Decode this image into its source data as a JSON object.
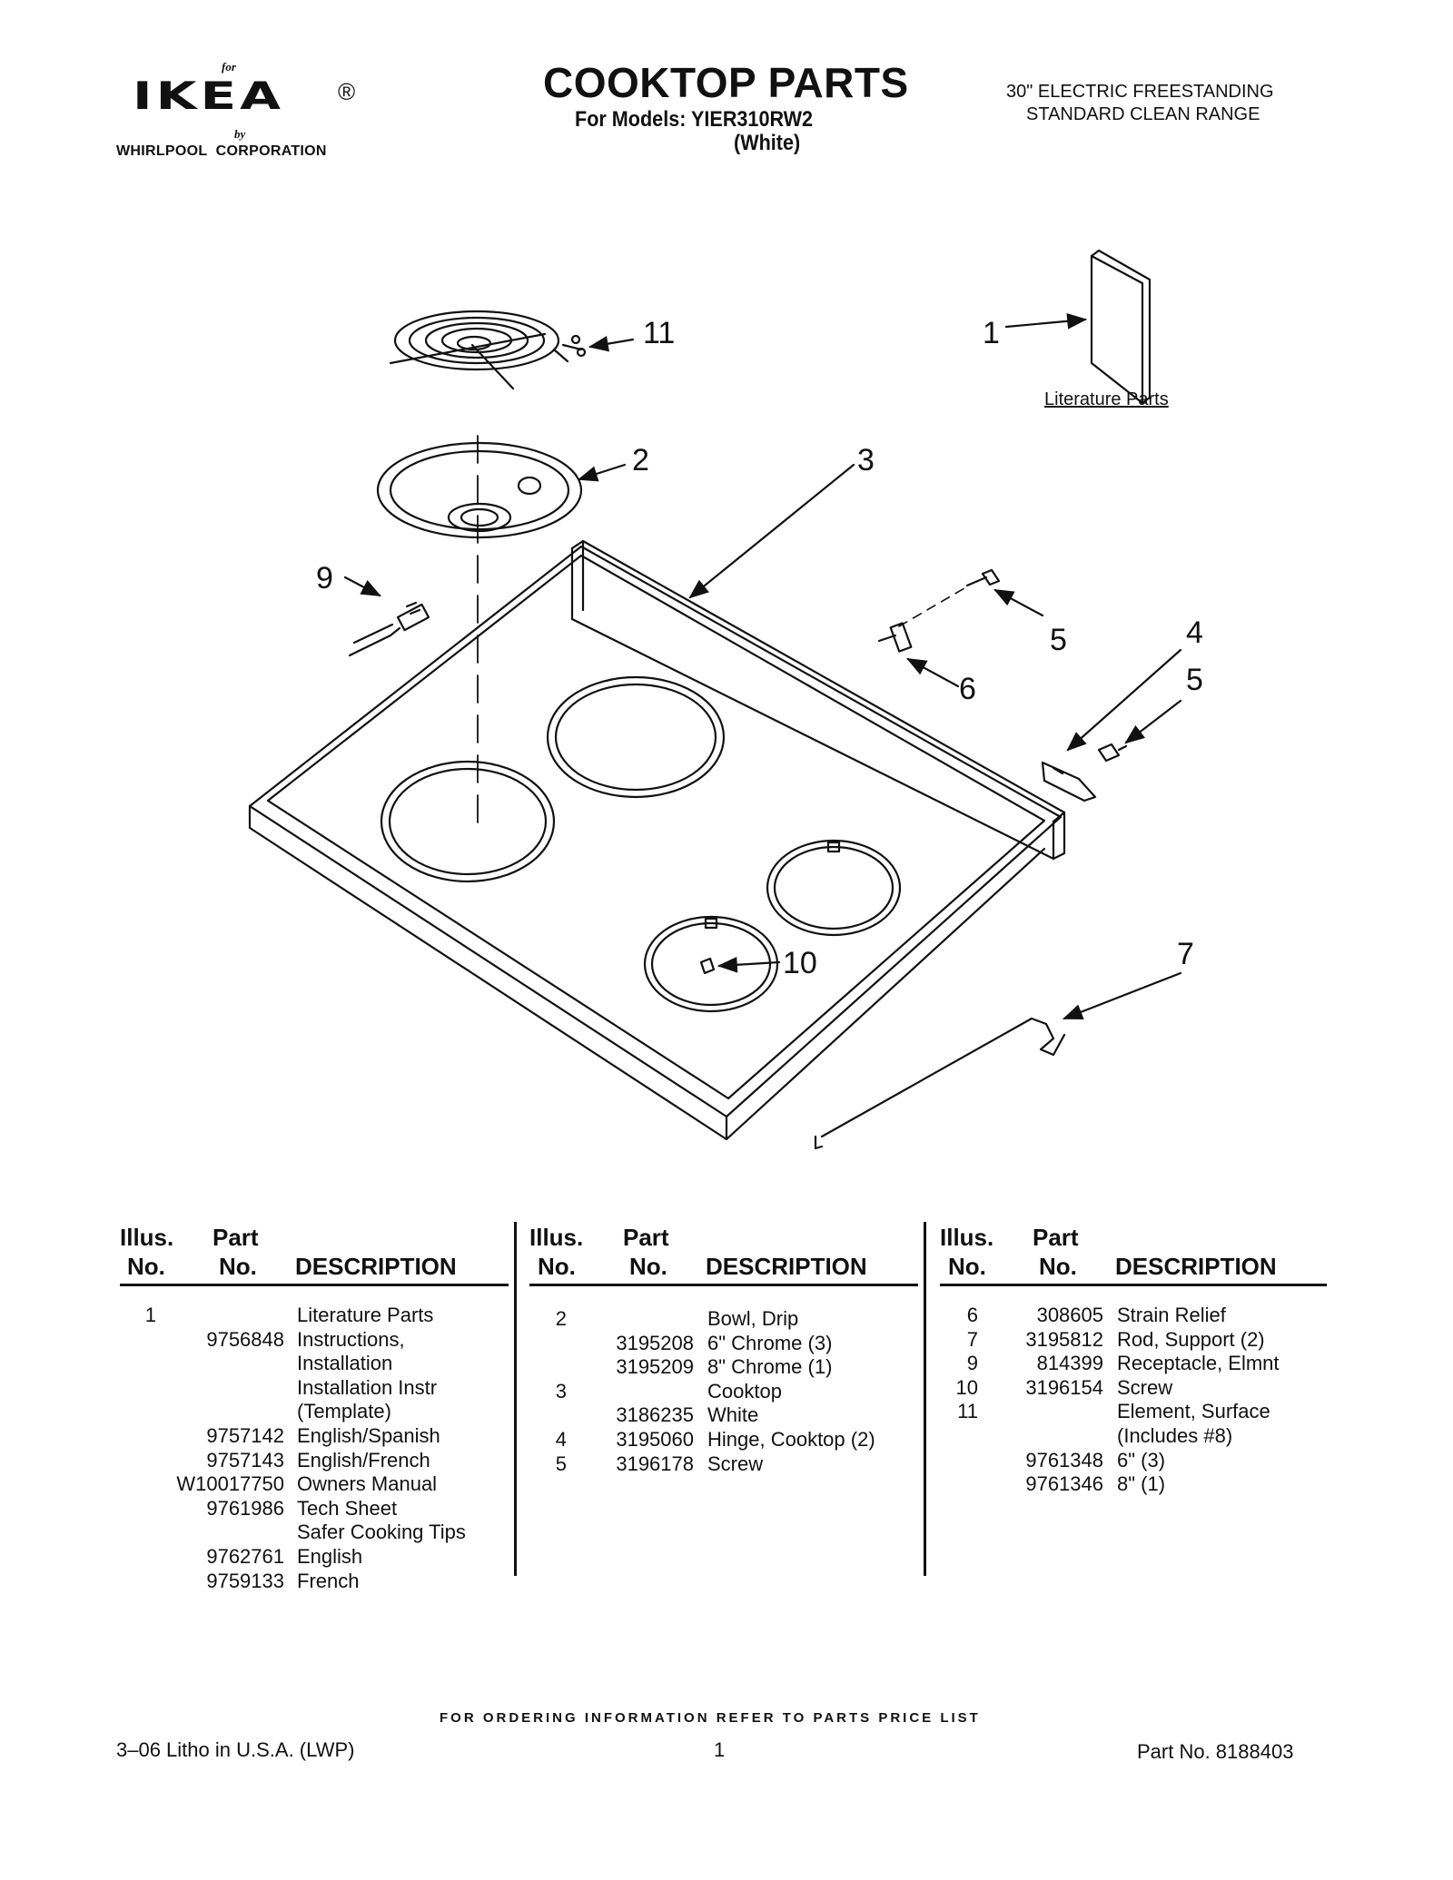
{
  "header": {
    "logo": {
      "for_text": "for",
      "brand": "IKEA",
      "registered": "®",
      "by_text": "by",
      "corporation": "WHIRLPOOL  CORPORATION"
    },
    "title": "COOKTOP PARTS",
    "models_line": "For Models: YIER310RW2",
    "color_line": "(White)",
    "range_line1": "30\" ELECTRIC FREESTANDING",
    "range_line2": "STANDARD CLEAN RANGE"
  },
  "diagram": {
    "literature_label": "Literature Parts",
    "callouts": {
      "c1": "1",
      "c2": "2",
      "c3": "3",
      "c4": "4",
      "c5a": "5",
      "c5b": "5",
      "c6": "6",
      "c7": "7",
      "c9": "9",
      "c10": "10",
      "c11": "11"
    }
  },
  "table": {
    "headers": {
      "illus": "Illus.",
      "no": "No.",
      "part": "Part",
      "description": "DESCRIPTION"
    },
    "col1": [
      {
        "illus": "1",
        "part": "",
        "desc": "Literature Parts"
      },
      {
        "illus": "",
        "part": "9756848",
        "desc": "Instructions,"
      },
      {
        "illus": "",
        "part": "",
        "desc": "Installation"
      },
      {
        "illus": "",
        "part": "",
        "desc": "Installation Instr"
      },
      {
        "illus": "",
        "part": "",
        "desc": "(Template)"
      },
      {
        "illus": "",
        "part": "9757142",
        "desc": "English/Spanish"
      },
      {
        "illus": "",
        "part": "9757143",
        "desc": "English/French"
      },
      {
        "illus": "",
        "part": "W10017750",
        "desc": "Owners Manual"
      },
      {
        "illus": "",
        "part": "9761986",
        "desc": "Tech Sheet"
      },
      {
        "illus": "",
        "part": "",
        "desc": "Safer Cooking Tips"
      },
      {
        "illus": "",
        "part": "9762761",
        "desc": "English"
      },
      {
        "illus": "",
        "part": "9759133",
        "desc": "French"
      }
    ],
    "col2": [
      {
        "illus": "2",
        "part": "",
        "desc": "Bowl, Drip"
      },
      {
        "illus": "",
        "part": "3195208",
        "desc": "6\" Chrome (3)"
      },
      {
        "illus": "",
        "part": "3195209",
        "desc": "8\" Chrome (1)"
      },
      {
        "illus": "3",
        "part": "",
        "desc": "Cooktop"
      },
      {
        "illus": "",
        "part": "3186235",
        "desc": "White"
      },
      {
        "illus": "4",
        "part": "3195060",
        "desc": "Hinge, Cooktop (2)"
      },
      {
        "illus": "5",
        "part": "3196178",
        "desc": "Screw"
      }
    ],
    "col3": [
      {
        "illus": "6",
        "part": "308605",
        "desc": "Strain Relief"
      },
      {
        "illus": "7",
        "part": "3195812",
        "desc": "Rod, Support (2)"
      },
      {
        "illus": "9",
        "part": "814399",
        "desc": "Receptacle, Elmnt"
      },
      {
        "illus": "10",
        "part": "3196154",
        "desc": "Screw"
      },
      {
        "illus": "11",
        "part": "",
        "desc": "Element, Surface"
      },
      {
        "illus": "",
        "part": "",
        "desc": "(Includes #8)"
      },
      {
        "illus": "",
        "part": "9761348",
        "desc": "6\" (3)"
      },
      {
        "illus": "",
        "part": "9761346",
        "desc": "8\" (1)"
      }
    ]
  },
  "footer": {
    "ordering": "FOR ORDERING INFORMATION REFER TO PARTS PRICE LIST",
    "litho": "3–06 Litho in U.S.A. (LWP)",
    "page": "1",
    "part_no": "Part No. 8188403"
  }
}
